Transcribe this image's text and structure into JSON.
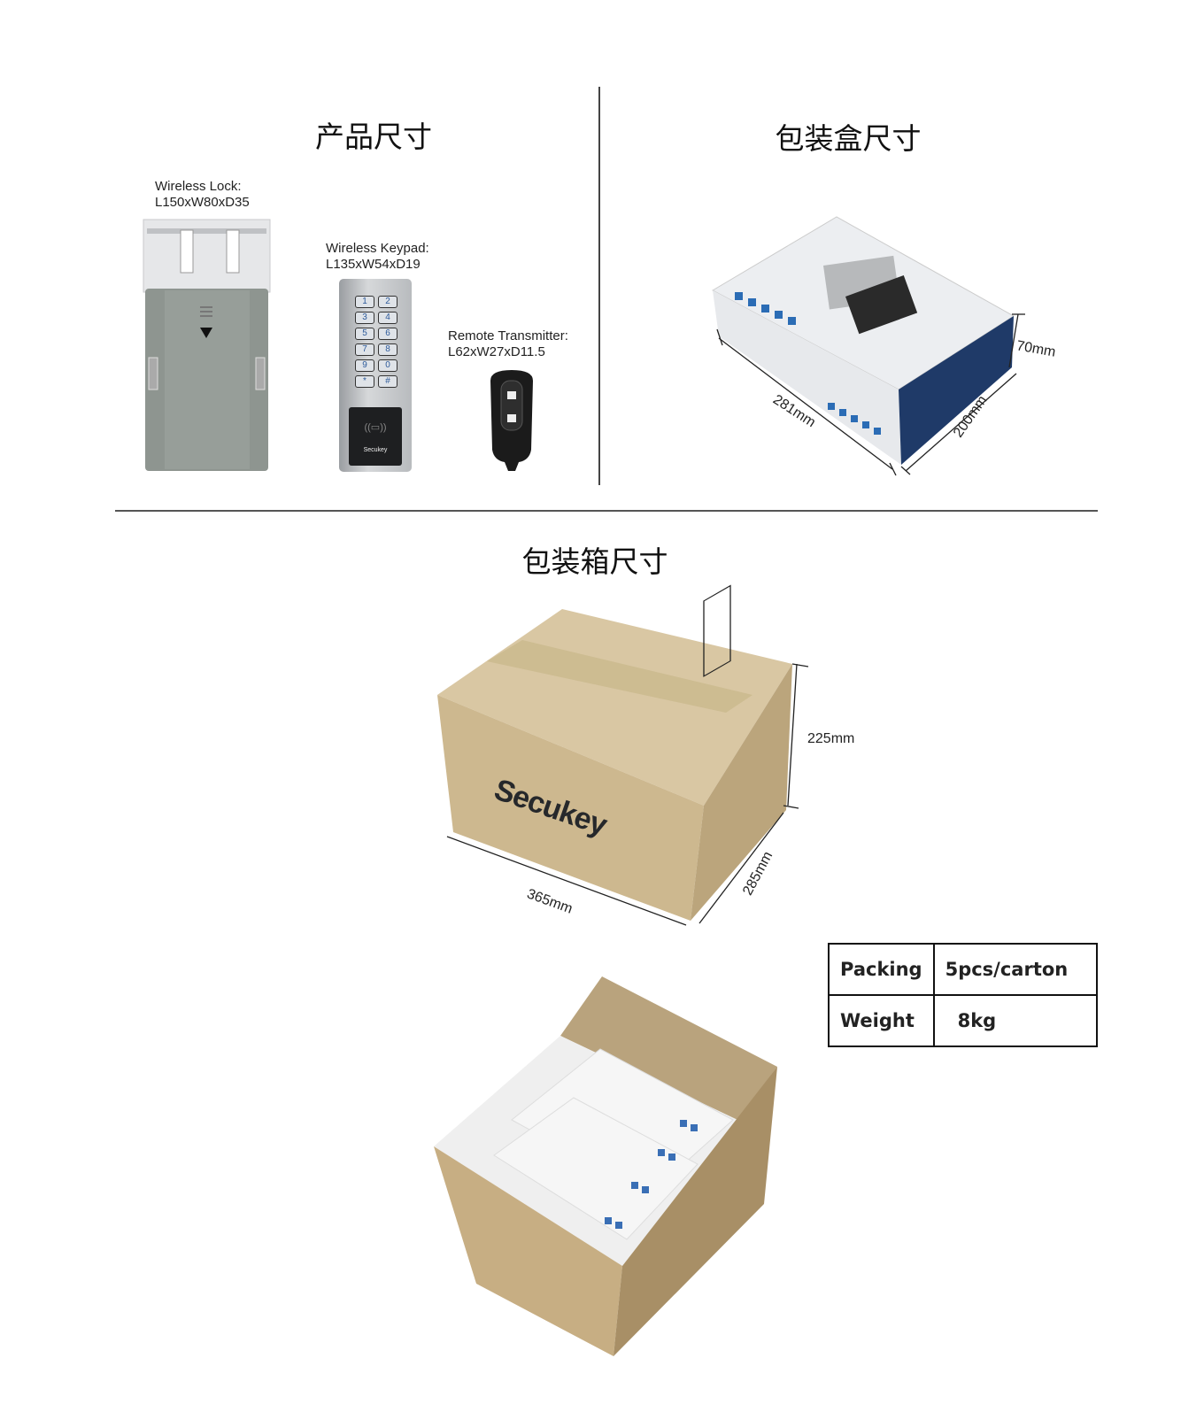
{
  "sections": {
    "product": {
      "title": "产品尺寸"
    },
    "giftbox": {
      "title": "包装盒尺寸"
    },
    "carton": {
      "title": "包装箱尺寸"
    }
  },
  "products": [
    {
      "name": "Wireless Lock:",
      "size": "L150xW80xD35"
    },
    {
      "name": "Wireless Keypad:",
      "size": "L135xW54xD19"
    },
    {
      "name": "Remote Transmitter:",
      "size": "L62xW27xD11.5"
    }
  ],
  "keypad_keys": [
    "1",
    "2",
    "3",
    "4",
    "5",
    "6",
    "7",
    "8",
    "9",
    "0",
    "*",
    "#"
  ],
  "keypad_brand": "Secukey",
  "giftbox_dims": {
    "length": "281mm",
    "width": "200mm",
    "height": "70mm"
  },
  "carton_dims": {
    "length": "365mm",
    "width": "285mm",
    "height": "225mm"
  },
  "carton_brand": "Secukey",
  "spec_table": [
    {
      "label": "Packing",
      "value": "5pcs/carton"
    },
    {
      "label": "Weight",
      "value": "8kg"
    }
  ]
}
